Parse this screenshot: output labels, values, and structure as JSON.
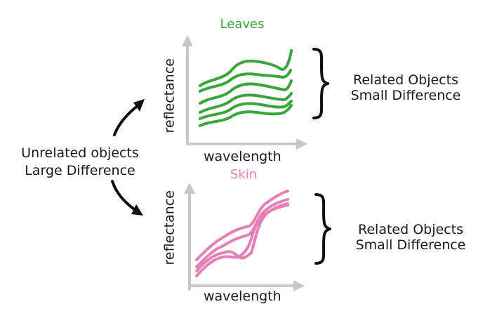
{
  "left_label": {
    "line1": "Unrelated objects",
    "line2": "Large Difference"
  },
  "panels": [
    {
      "title": "Leaves",
      "color": "#3aa53a",
      "x_label": "wavelength",
      "y_label": "reflectance",
      "bracket_line1": "Related Objects",
      "bracket_line2": "Small Difference"
    },
    {
      "title": "Skin",
      "color": "#e57fb5",
      "x_label": "wavelength",
      "y_label": "reflectance",
      "bracket_line1": "Related Objects",
      "bracket_line2": "Small Difference"
    }
  ],
  "axis_color": "#c8c8c8",
  "ink_color": "#111111"
}
